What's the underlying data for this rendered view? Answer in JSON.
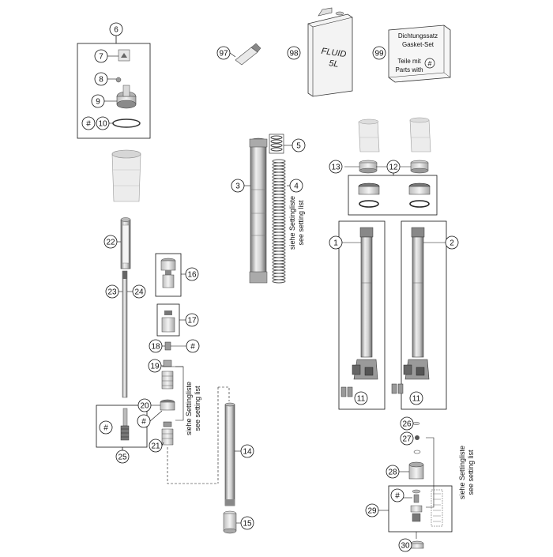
{
  "callouts": {
    "c1": "1",
    "c2": "2",
    "c3": "3",
    "c4": "4",
    "c5": "5",
    "c6": "6",
    "c7": "7",
    "c8": "8",
    "c9": "9",
    "c10": "10",
    "c11a": "11",
    "c11b": "11",
    "c12": "12",
    "c13": "13",
    "c14": "14",
    "c15": "15",
    "c16": "16",
    "c17": "17",
    "c18": "18",
    "c19": "19",
    "c20": "20",
    "c21": "21",
    "c22": "22",
    "c23": "23",
    "c24": "24",
    "c25": "25",
    "c26": "26",
    "c27": "27",
    "c28": "28",
    "c29": "29",
    "c30": "30",
    "c97": "97",
    "c98": "98",
    "c99": "99"
  },
  "hash_symbol": "#",
  "fluid_can": {
    "line1": "FLUID",
    "line2": "5L"
  },
  "gasket_box": {
    "line1": "Dichtungssatz",
    "line2": "Gasket-Set",
    "line3": "Teile mit",
    "line4": "Parts with"
  },
  "setting_list": {
    "de": "siehe Settingliste",
    "en": "see setting list"
  },
  "colors": {
    "line": "#111111",
    "part_fill": "#e6e6e6",
    "part_shade": "#9a9a9a",
    "part_dark": "#555555"
  }
}
